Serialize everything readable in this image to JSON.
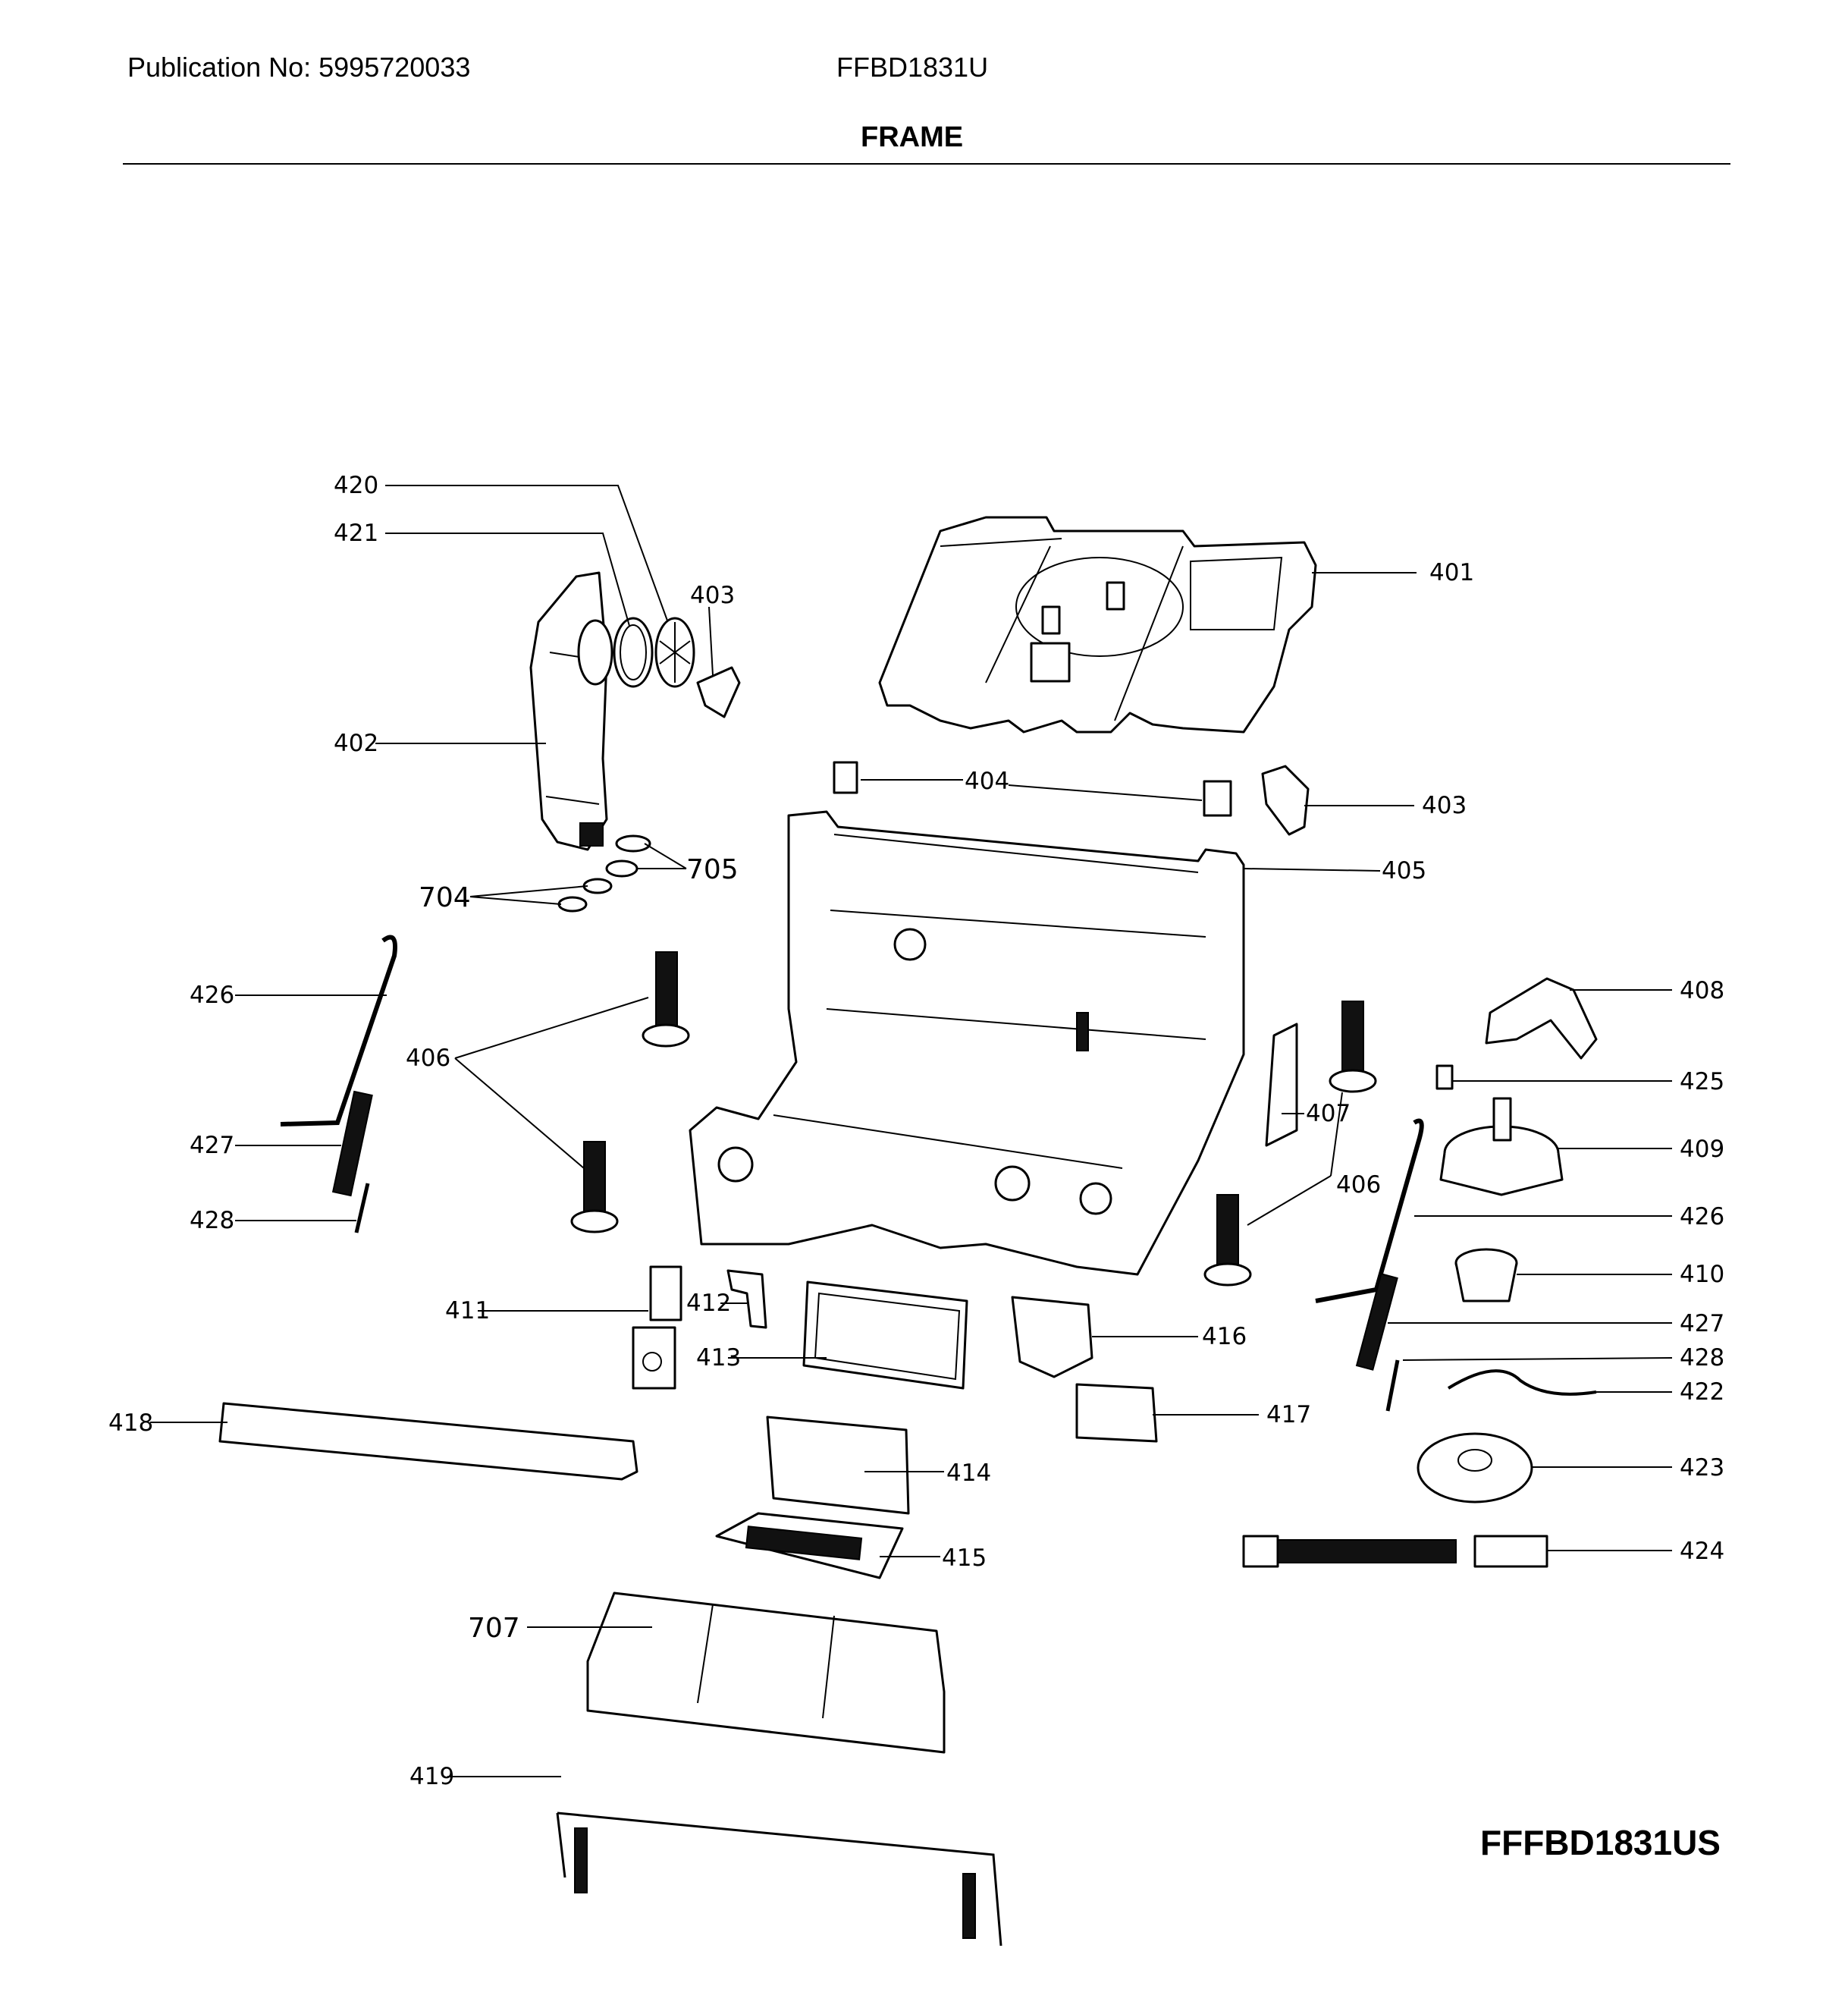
{
  "header": {
    "publication": "Publication No: 5995720033",
    "model": "FFBD1831U",
    "section_title": "FRAME"
  },
  "footer": {
    "model_code": "FFFBD1831US"
  },
  "callouts": {
    "c401": "401",
    "c402": "402",
    "c403a": "403",
    "c403b": "403",
    "c404": "404",
    "c405": "405",
    "c406a": "406",
    "c406b": "406",
    "c407": "407",
    "c408": "408",
    "c409": "409",
    "c410": "410",
    "c411": "411",
    "c412": "412",
    "c413": "413",
    "c414": "414",
    "c415": "415",
    "c416": "416",
    "c417": "417",
    "c418": "418",
    "c419": "419",
    "c420": "420",
    "c421": "421",
    "c422": "422",
    "c423": "423",
    "c424": "424",
    "c425": "425",
    "c426a": "426",
    "c426b": "426",
    "c427a": "427",
    "c427b": "427",
    "c428a": "428",
    "c428b": "428",
    "c704": "704",
    "c705": "705",
    "c707": "707"
  }
}
